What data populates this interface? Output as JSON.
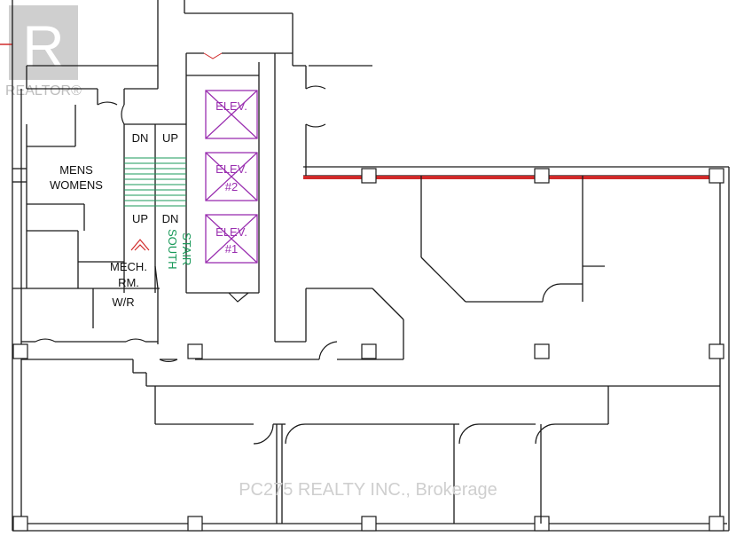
{
  "logo": {
    "text": "REALTOR®",
    "letter": "R",
    "color": "#c8c8c8"
  },
  "watermark": {
    "text": "PC275 REALTY INC., Brokerage"
  },
  "labels": {
    "dn_left": "DN",
    "up_left": "UP",
    "up_left_bottom": "UP",
    "dn_right_bottom": "DN",
    "mens": "MENS",
    "womens": "WOMENS",
    "mech": "MECH.",
    "rm": "RM.",
    "wr": "W/R"
  },
  "stair": {
    "line1": "SOUTH",
    "line2": "STAIR",
    "color": "#1a9a5a"
  },
  "elevators": [
    {
      "line1": "ELEV.",
      "line2": ""
    },
    {
      "line1": "ELEV.",
      "line2": "#2"
    },
    {
      "line1": "ELEV.",
      "line2": "#1"
    }
  ],
  "colors": {
    "wall": "#1a1a1a",
    "elevator": "#9a2fb0",
    "stair": "#1a9a5a",
    "highlight": "#d12a2a"
  }
}
